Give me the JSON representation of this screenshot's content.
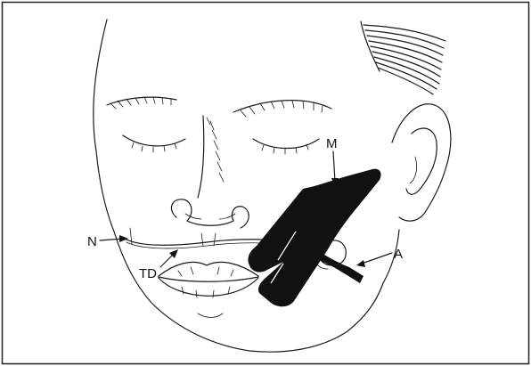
{
  "figure": {
    "labels": {
      "mask": "M",
      "airway": "A",
      "nasal": "N",
      "tube": "TD"
    },
    "colors": {
      "line": "#1a1a1a",
      "device": "#111111",
      "background": "#ffffff",
      "frame": "#222222"
    }
  }
}
